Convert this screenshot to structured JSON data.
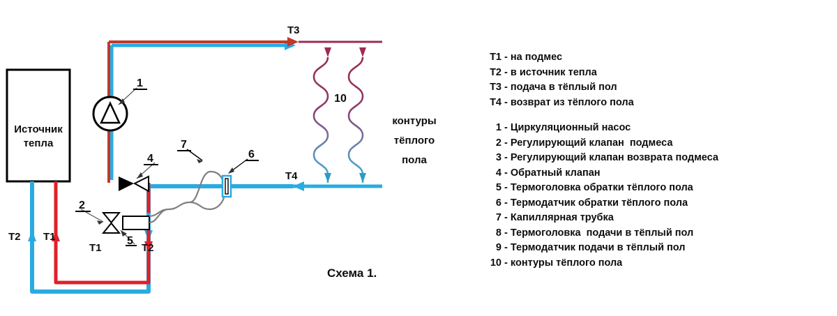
{
  "caption": "Схема 1.",
  "colors": {
    "supply_hot": "#c0392b",
    "supply_red": "#e0202a",
    "return_blue": "#29abe2",
    "loop_top": "#8e3b5e",
    "loop_bottom": "#4aa8cf",
    "capillary": "#808080",
    "outline": "#000000",
    "text": "#0d0d0d"
  },
  "diagram": {
    "heat_source": {
      "line1": "Источник",
      "line2": "тепла"
    },
    "floor_loops_label": {
      "line1": "контуры",
      "line2": "тёплого",
      "line3": "пола"
    },
    "loops_number": "10",
    "port_labels": [
      {
        "id": "t3-top",
        "text": "Т3"
      },
      {
        "id": "t4-return",
        "text": "Т4"
      },
      {
        "id": "t2-left-outer",
        "text": "Т2"
      },
      {
        "id": "t1-left-inner",
        "text": "Т1"
      },
      {
        "id": "t1-valve-inlet",
        "text": "Т1"
      },
      {
        "id": "t2-valve-outlet",
        "text": "Т2"
      }
    ],
    "callouts": [
      {
        "id": "1",
        "text": "1"
      },
      {
        "id": "2",
        "text": "2"
      },
      {
        "id": "4",
        "text": "4"
      },
      {
        "id": "5",
        "text": "5"
      },
      {
        "id": "6",
        "text": "6"
      },
      {
        "id": "7",
        "text": "7"
      }
    ]
  },
  "legend": {
    "temperature_points": [
      {
        "num": "Т1",
        "sep": " - ",
        "desc": "на подмес"
      },
      {
        "num": "Т2",
        "sep": " - ",
        "desc": "в источник тепла"
      },
      {
        "num": "Т3",
        "sep": " - ",
        "desc": "подача в тёплый пол"
      },
      {
        "num": "Т4",
        "sep": " - ",
        "desc": "возврат из тёплого пола"
      }
    ],
    "components": [
      {
        "num": "1",
        "sep": " - ",
        "desc": "Циркуляционный насос"
      },
      {
        "num": "2",
        "sep": " - ",
        "desc": "Регулирующий клапан  подмеса"
      },
      {
        "num": "3",
        "sep": " - ",
        "desc": "Регулирующий клапан возврата подмеса"
      },
      {
        "num": "4",
        "sep": " - ",
        "desc": "Обратный клапан"
      },
      {
        "num": "5",
        "sep": " - ",
        "desc": "Термоголовка обратки тёплого пола"
      },
      {
        "num": "6",
        "sep": " - ",
        "desc": "Термодатчик обратки тёплого пола"
      },
      {
        "num": "7",
        "sep": " - ",
        "desc": "Капиллярная трубка"
      },
      {
        "num": "8",
        "sep": " - ",
        "desc": "Термоголовка  подачи в тёплый пол"
      },
      {
        "num": "9",
        "sep": " - ",
        "desc": "Термодатчик подачи в тёплый пол"
      },
      {
        "num": "10",
        "sep": " - ",
        "desc": "контуры тёплого пола"
      }
    ]
  }
}
